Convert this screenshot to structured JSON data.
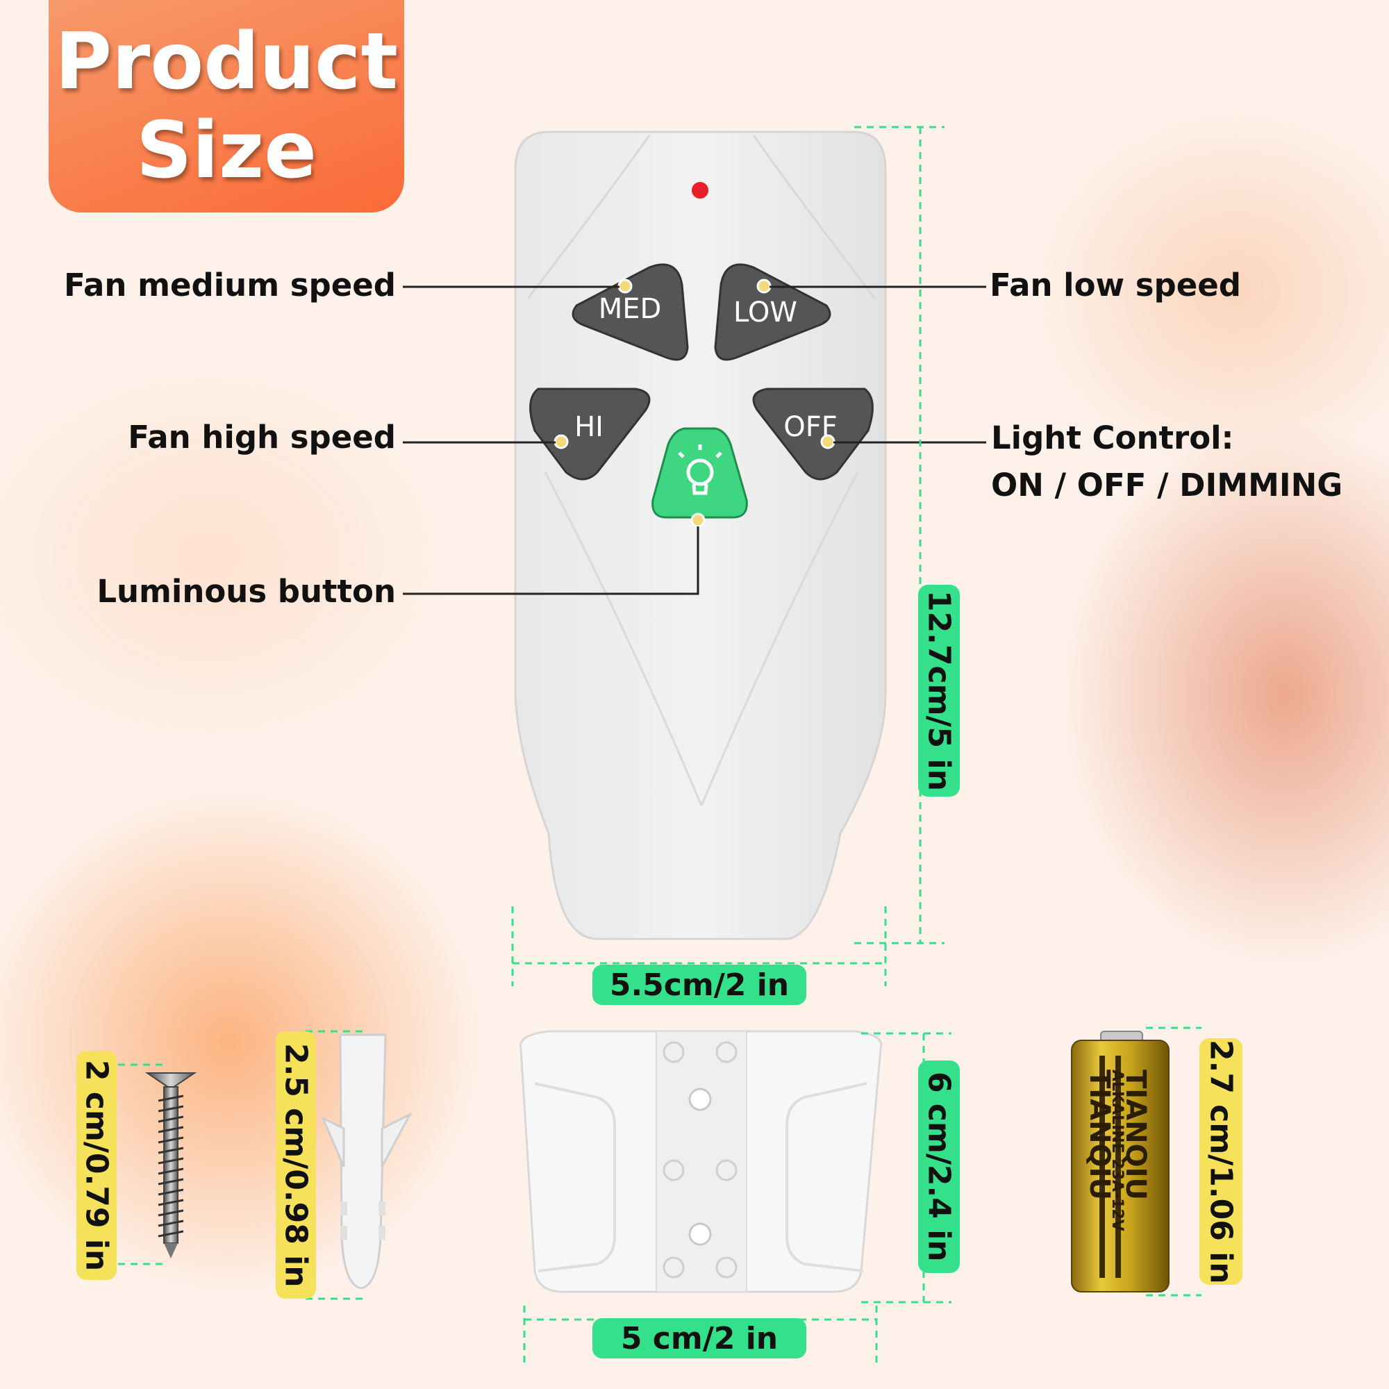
{
  "badge": {
    "line1": "Product",
    "line2": "Size"
  },
  "callouts": {
    "med": "Fan medium speed",
    "low": "Fan low speed",
    "hi": "Fan high speed",
    "light_line1": "Light Control:",
    "light_line2": "ON / OFF / DIMMING",
    "luminous": "Luminous button"
  },
  "buttons": {
    "med": "MED",
    "low": "LOW",
    "hi": "HI",
    "off": "OFF"
  },
  "dimensions": {
    "remote_height": "12.7cm/5 in",
    "remote_width": "5.5cm/2 in",
    "screw": "2 cm/0.79 in",
    "anchor": "2.5 cm/0.98 in",
    "holder_height": "6 cm/2.4 in",
    "holder_width": "5 cm/2 in",
    "battery": "2.7 cm/1.06 in"
  },
  "battery_print": {
    "brand": "TIANQIU",
    "spec": "ALKALINE 23A-12V"
  },
  "colors": {
    "badge": "#fb6a38",
    "dimension_green": "#34e08a",
    "dimension_yellow": "#f6e25a",
    "button_dark": "#555557",
    "luminous_green": "#3ed681",
    "led_red": "#e8202a"
  },
  "icons": [
    "lightbulb-icon",
    "led-indicator"
  ]
}
